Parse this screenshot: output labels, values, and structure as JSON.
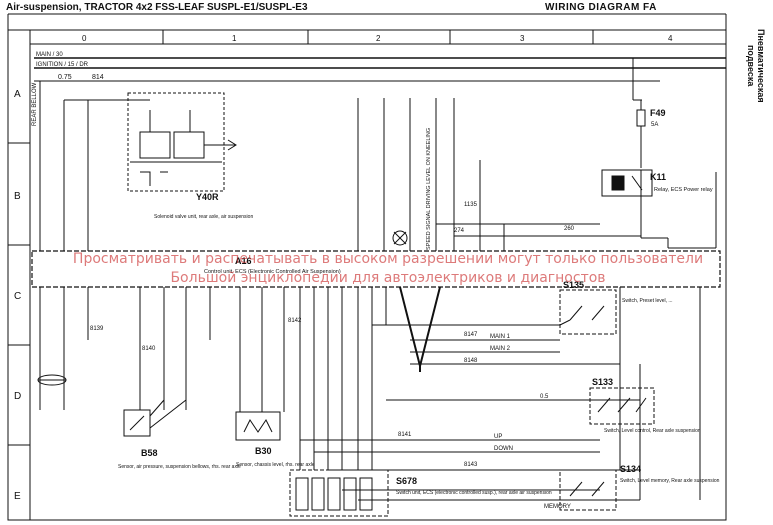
{
  "header": {
    "title": "Air-suspension, TRACTOR 4x2 FSS-LEAF SUSPL-E1/SUSPL-E3",
    "diagram_label": "WIRING DIAGRAM FA",
    "side_label": "Пневматическая подвеска"
  },
  "grid": {
    "columns": [
      "0",
      "1",
      "2",
      "3",
      "4"
    ],
    "rows": [
      "A",
      "B",
      "C",
      "D",
      "E"
    ]
  },
  "rails": {
    "main": "MAIN / 30",
    "ignition": "IGNITION / 15 / DR"
  },
  "components": {
    "f49": {
      "id": "F49",
      "rating": "5A"
    },
    "k11": {
      "id": "K11",
      "desc": "Relay, ECS Power relay"
    },
    "y40r": {
      "id": "Y40R",
      "desc": "Solenoid valve unit, rear axle, air suspension"
    },
    "a16": {
      "id": "A16",
      "desc": "Control unit, ECS (Electronic Controlled Air Suspension)"
    },
    "b58": {
      "id": "B58",
      "desc": "Sensor, air pressure, suspension bellows, rhs. rear axle"
    },
    "b30": {
      "id": "B30",
      "desc": "Sensor, chassis level, rhs. rear axle"
    },
    "s678": {
      "id": "S678",
      "desc": "Switch unit, ECS (electronic controlled susp.), rear axle air suspension"
    },
    "s135": {
      "id": "S135",
      "desc": "Switch, Preset level, ..."
    },
    "s133": {
      "id": "S133",
      "desc": "Switch, Level control, Rear axle suspension"
    },
    "s134": {
      "id": "S134",
      "desc": "Switch, Level memory, Rear axle suspension"
    }
  },
  "signals": {
    "rear_bellow": "REAR BELLOW",
    "speed_signal": "SPEED SIGNAL DRIVING LEVEL ON KNEELING",
    "up": "UP",
    "down": "DOWN",
    "memory": "MEMORY",
    "main1": "MAIN 1",
    "main2": "MAIN 2",
    "wire_075": "0.75",
    "wire_05": "0.5",
    "w814": "814",
    "w8147": "8147",
    "w8148": "8148",
    "w8141": "8141",
    "w8142": "8142",
    "w8143": "8143",
    "w8139": "8139",
    "w8140": "8140",
    "w260": "260",
    "w274": "274",
    "w1135": "1135"
  },
  "watermark": {
    "line1": "Просматривать и распечатывать в высоком разрешении могут только пользователи",
    "line2": "Большой энциклопедии для автоэлектриков и диагностов"
  }
}
